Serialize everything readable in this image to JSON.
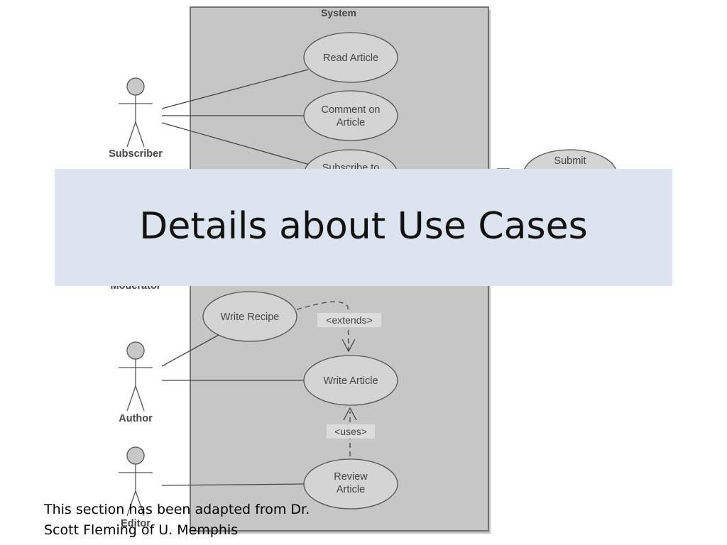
{
  "diagram": {
    "system_label": "System",
    "actors": {
      "subscriber": "Subscriber",
      "moderator": "Moderator",
      "author": "Author",
      "editor": "Editor"
    },
    "use_cases": {
      "read_article": [
        "Read Article"
      ],
      "comment_on_article": [
        "Comment on",
        "Article"
      ],
      "subscribe_to": [
        "Subscribe to"
      ],
      "submit": [
        "Submit"
      ],
      "write_recipe": [
        "Write Recipe"
      ],
      "write_article": [
        "Write Article"
      ],
      "review_article": [
        "Review",
        "Article"
      ]
    },
    "relations": {
      "extends": "<extends>",
      "uses": "<uses>"
    }
  },
  "slide": {
    "title": "Details about Use Cases",
    "footnote": [
      "This section has been adapted from Dr.",
      "Scott Fleming of U. Memphis"
    ]
  },
  "colors": {
    "system_fill": "#c6c6c6",
    "use_case_fill": "#d4d4d4",
    "banner_fill": "#dbe4ef"
  }
}
